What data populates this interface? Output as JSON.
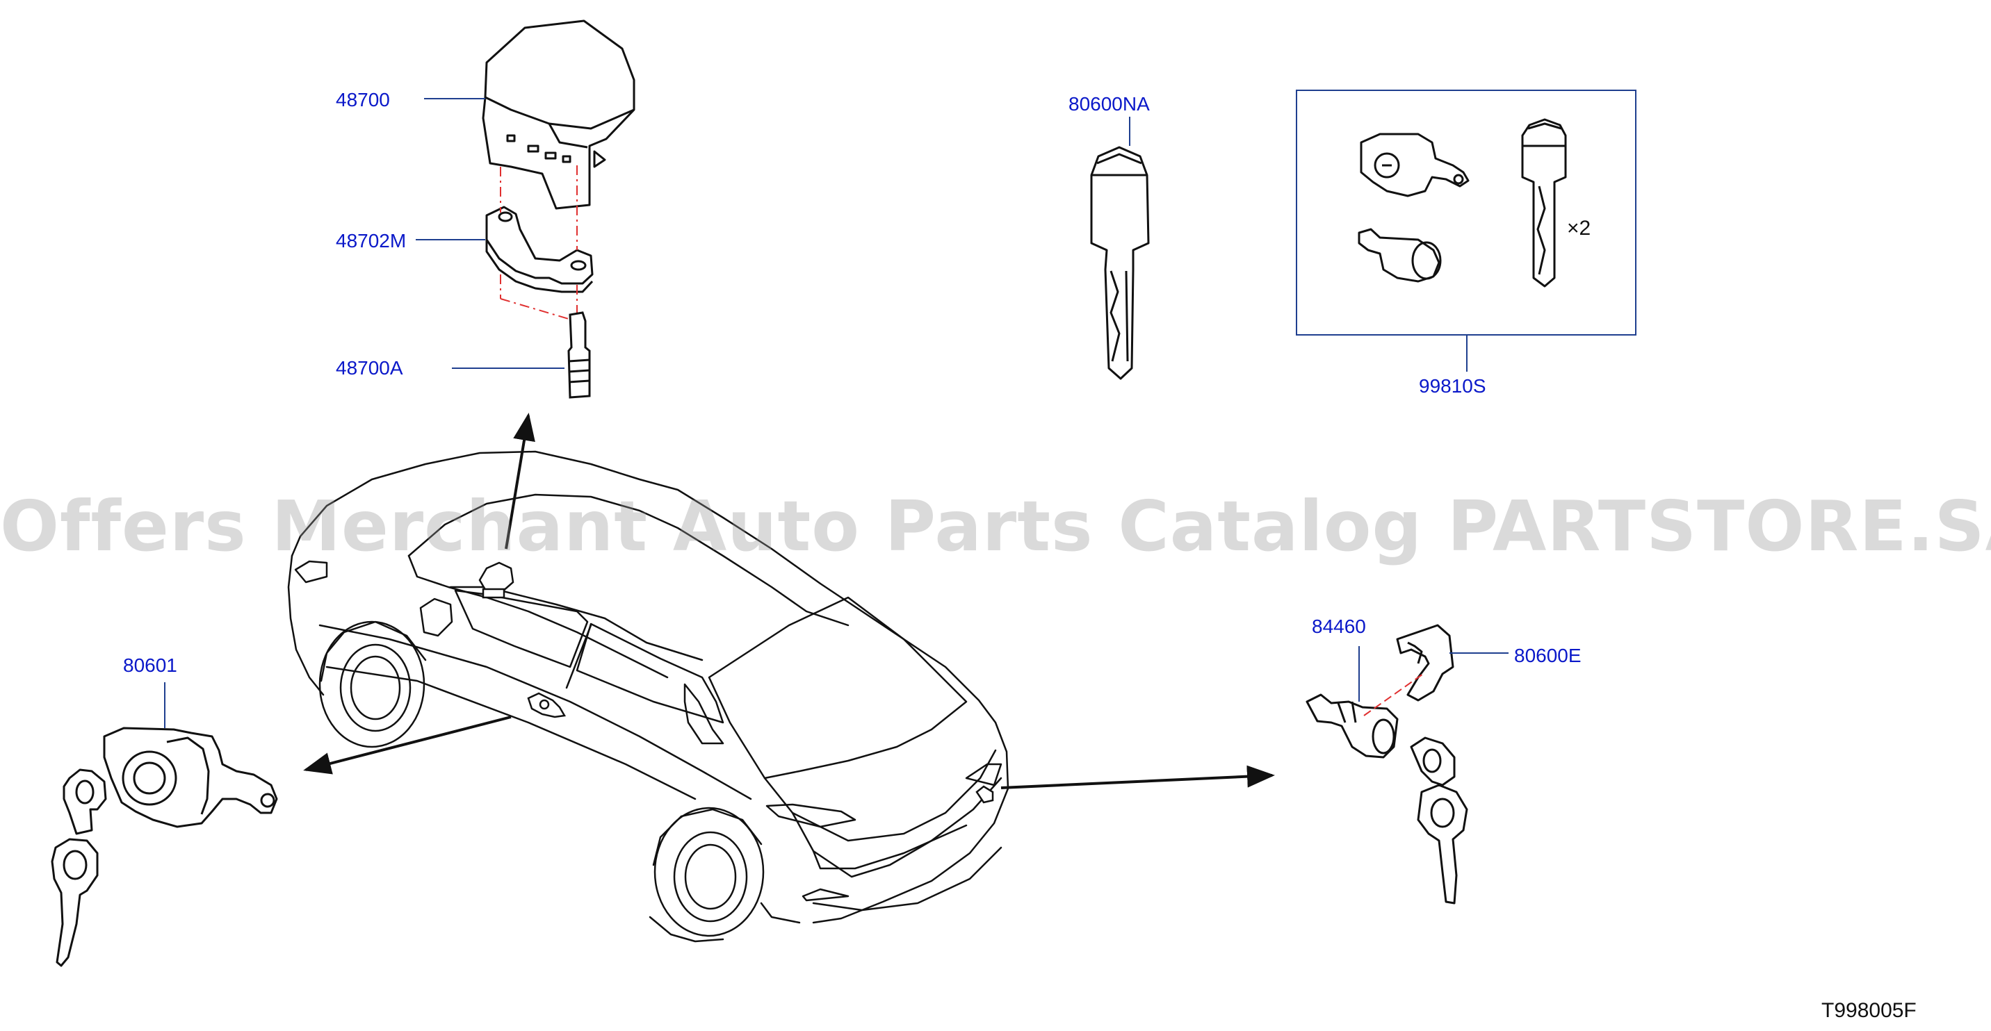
{
  "watermark": "Offers Merchant Auto Parts Catalog PARTSTORE.SA",
  "diagram_code": "T998005F",
  "multiplier_text": "×2",
  "colors": {
    "label": "#0a18c9",
    "leader": "#1f3f8f",
    "dashed": "#e03030",
    "line": "#111111",
    "watermark": "#969696"
  },
  "parts": [
    {
      "id": "p48700",
      "label": "48700",
      "name": "ignition-switch-knob"
    },
    {
      "id": "p48702M",
      "label": "48702M",
      "name": "steering-lock-bracket"
    },
    {
      "id": "p48700A",
      "label": "48700A",
      "name": "shear-bolt"
    },
    {
      "id": "p80600NA",
      "label": "80600NA",
      "name": "intelligent-key-blade"
    },
    {
      "id": "p99810S",
      "label": "99810S",
      "name": "cylinder-lock-set"
    },
    {
      "id": "p80601",
      "label": "80601",
      "name": "front-door-lock-cylinder"
    },
    {
      "id": "p84460",
      "label": "84460",
      "name": "trunk-lock-cylinder"
    },
    {
      "id": "p80600E",
      "label": "80600E",
      "name": "lock-cylinder-retainer"
    }
  ]
}
